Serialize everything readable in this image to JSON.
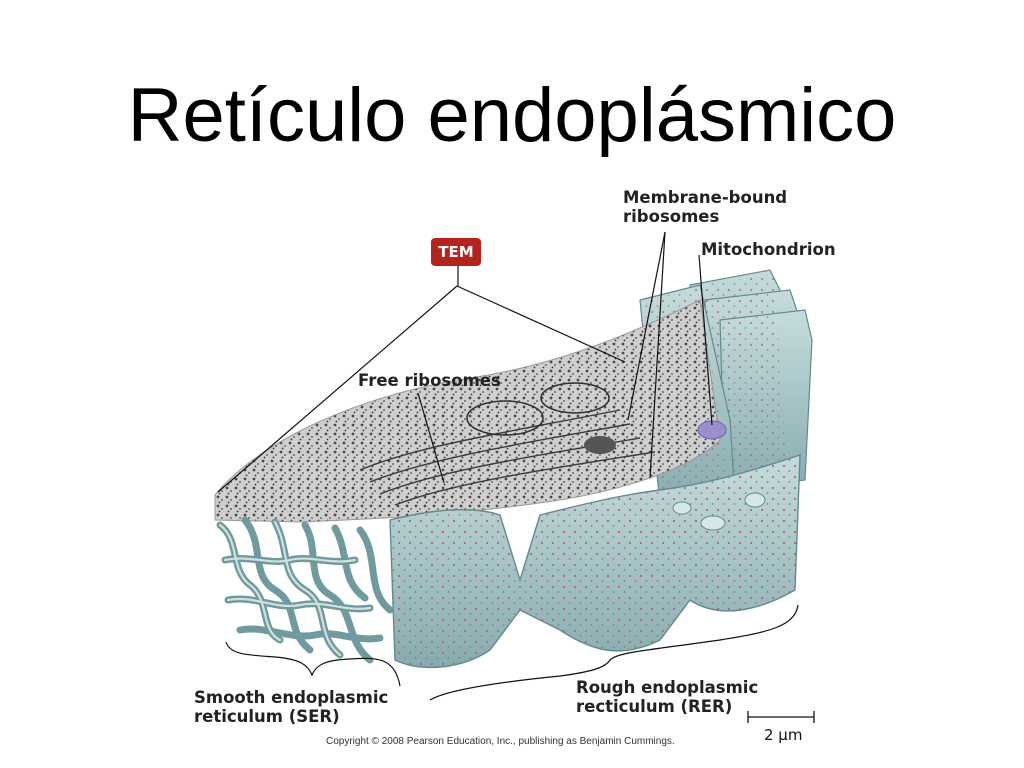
{
  "slide": {
    "title": "Retículo endoplásmico"
  },
  "labels": {
    "tem": "TEM",
    "membrane_bound_line1": "Membrane-bound",
    "membrane_bound_line2": "ribosomes",
    "mitochondrion": "Mitochondrion",
    "free_ribosomes": "Free ribosomes",
    "ser_line1": "Smooth endoplasmic",
    "ser_line2": "reticulum (SER)",
    "rer_line1": "Rough endoplasmic",
    "rer_line2": "recticulum (RER)",
    "scale_bar": "2 μm"
  },
  "copyright": "Copyright © 2008 Pearson Education, Inc., publishing as Benjamin Cummings.",
  "colors": {
    "tem_badge": "#b5241c",
    "er_membrane": "#a9c7c9",
    "er_shadow": "#6f9a9e",
    "ribosome_dot": "#b06a78",
    "mitochondrion": "#9c8fd0"
  }
}
